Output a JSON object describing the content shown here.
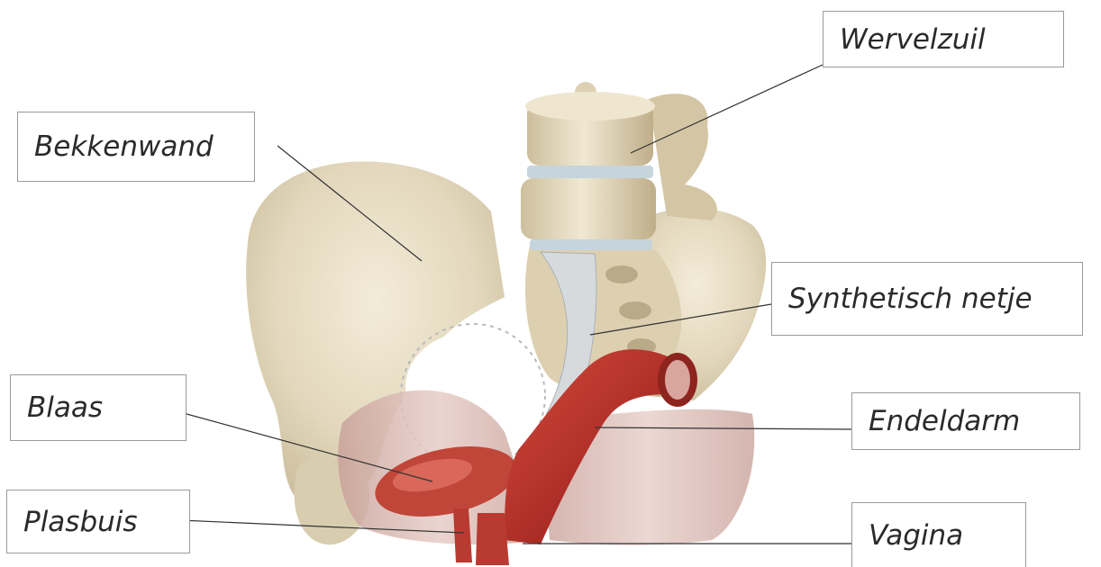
{
  "labels": {
    "wervelzuil": "Wervelzuil",
    "bekkenwand": "Bekkenwand",
    "synthetisch_netje": "Synthetisch netje",
    "blaas": "Blaas",
    "endeldarm": "Endeldarm",
    "plasbuis": "Plasbuis",
    "vagina": "Vagina"
  },
  "colors": {
    "bone": "#e6dcc3",
    "muscle": "#b8342c",
    "mesh": "#d7dadd",
    "pelvic_floor": "#d9b7b0"
  }
}
